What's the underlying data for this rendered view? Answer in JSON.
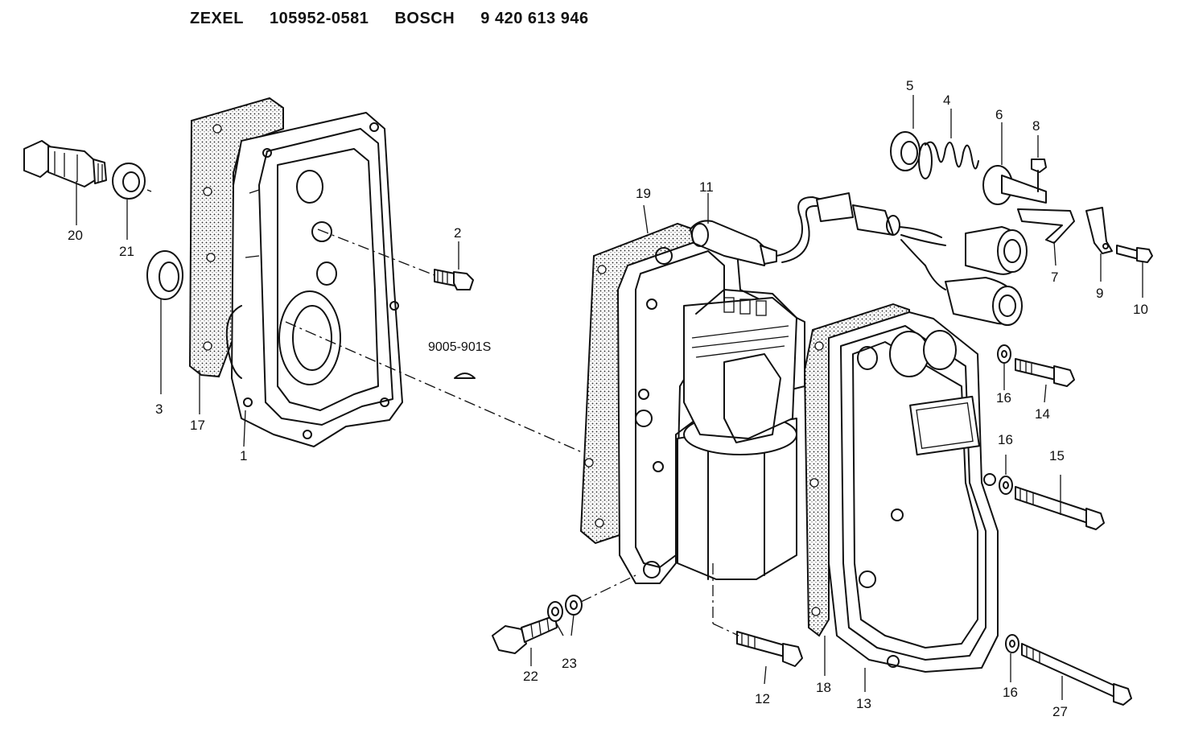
{
  "header": {
    "brand1": "ZEXEL",
    "part1": "105952-0581",
    "brand2": "BOSCH",
    "part2": "9 420 613 946"
  },
  "callouts": {
    "c1": "1",
    "c2": "2",
    "c3": "3",
    "c4": "4",
    "c5": "5",
    "c6": "6",
    "c7": "7",
    "c8": "8",
    "c9": "9",
    "c10": "10",
    "c11": "11",
    "c12": "12",
    "c13": "13",
    "c14": "14",
    "c15": "15",
    "c16a": "16",
    "c16b": "16",
    "c16c": "16",
    "c17": "17",
    "c18": "18",
    "c19": "19",
    "c20": "20",
    "c21": "21",
    "c22": "22",
    "c23": "23",
    "c27": "27",
    "key": "9005-901S"
  }
}
